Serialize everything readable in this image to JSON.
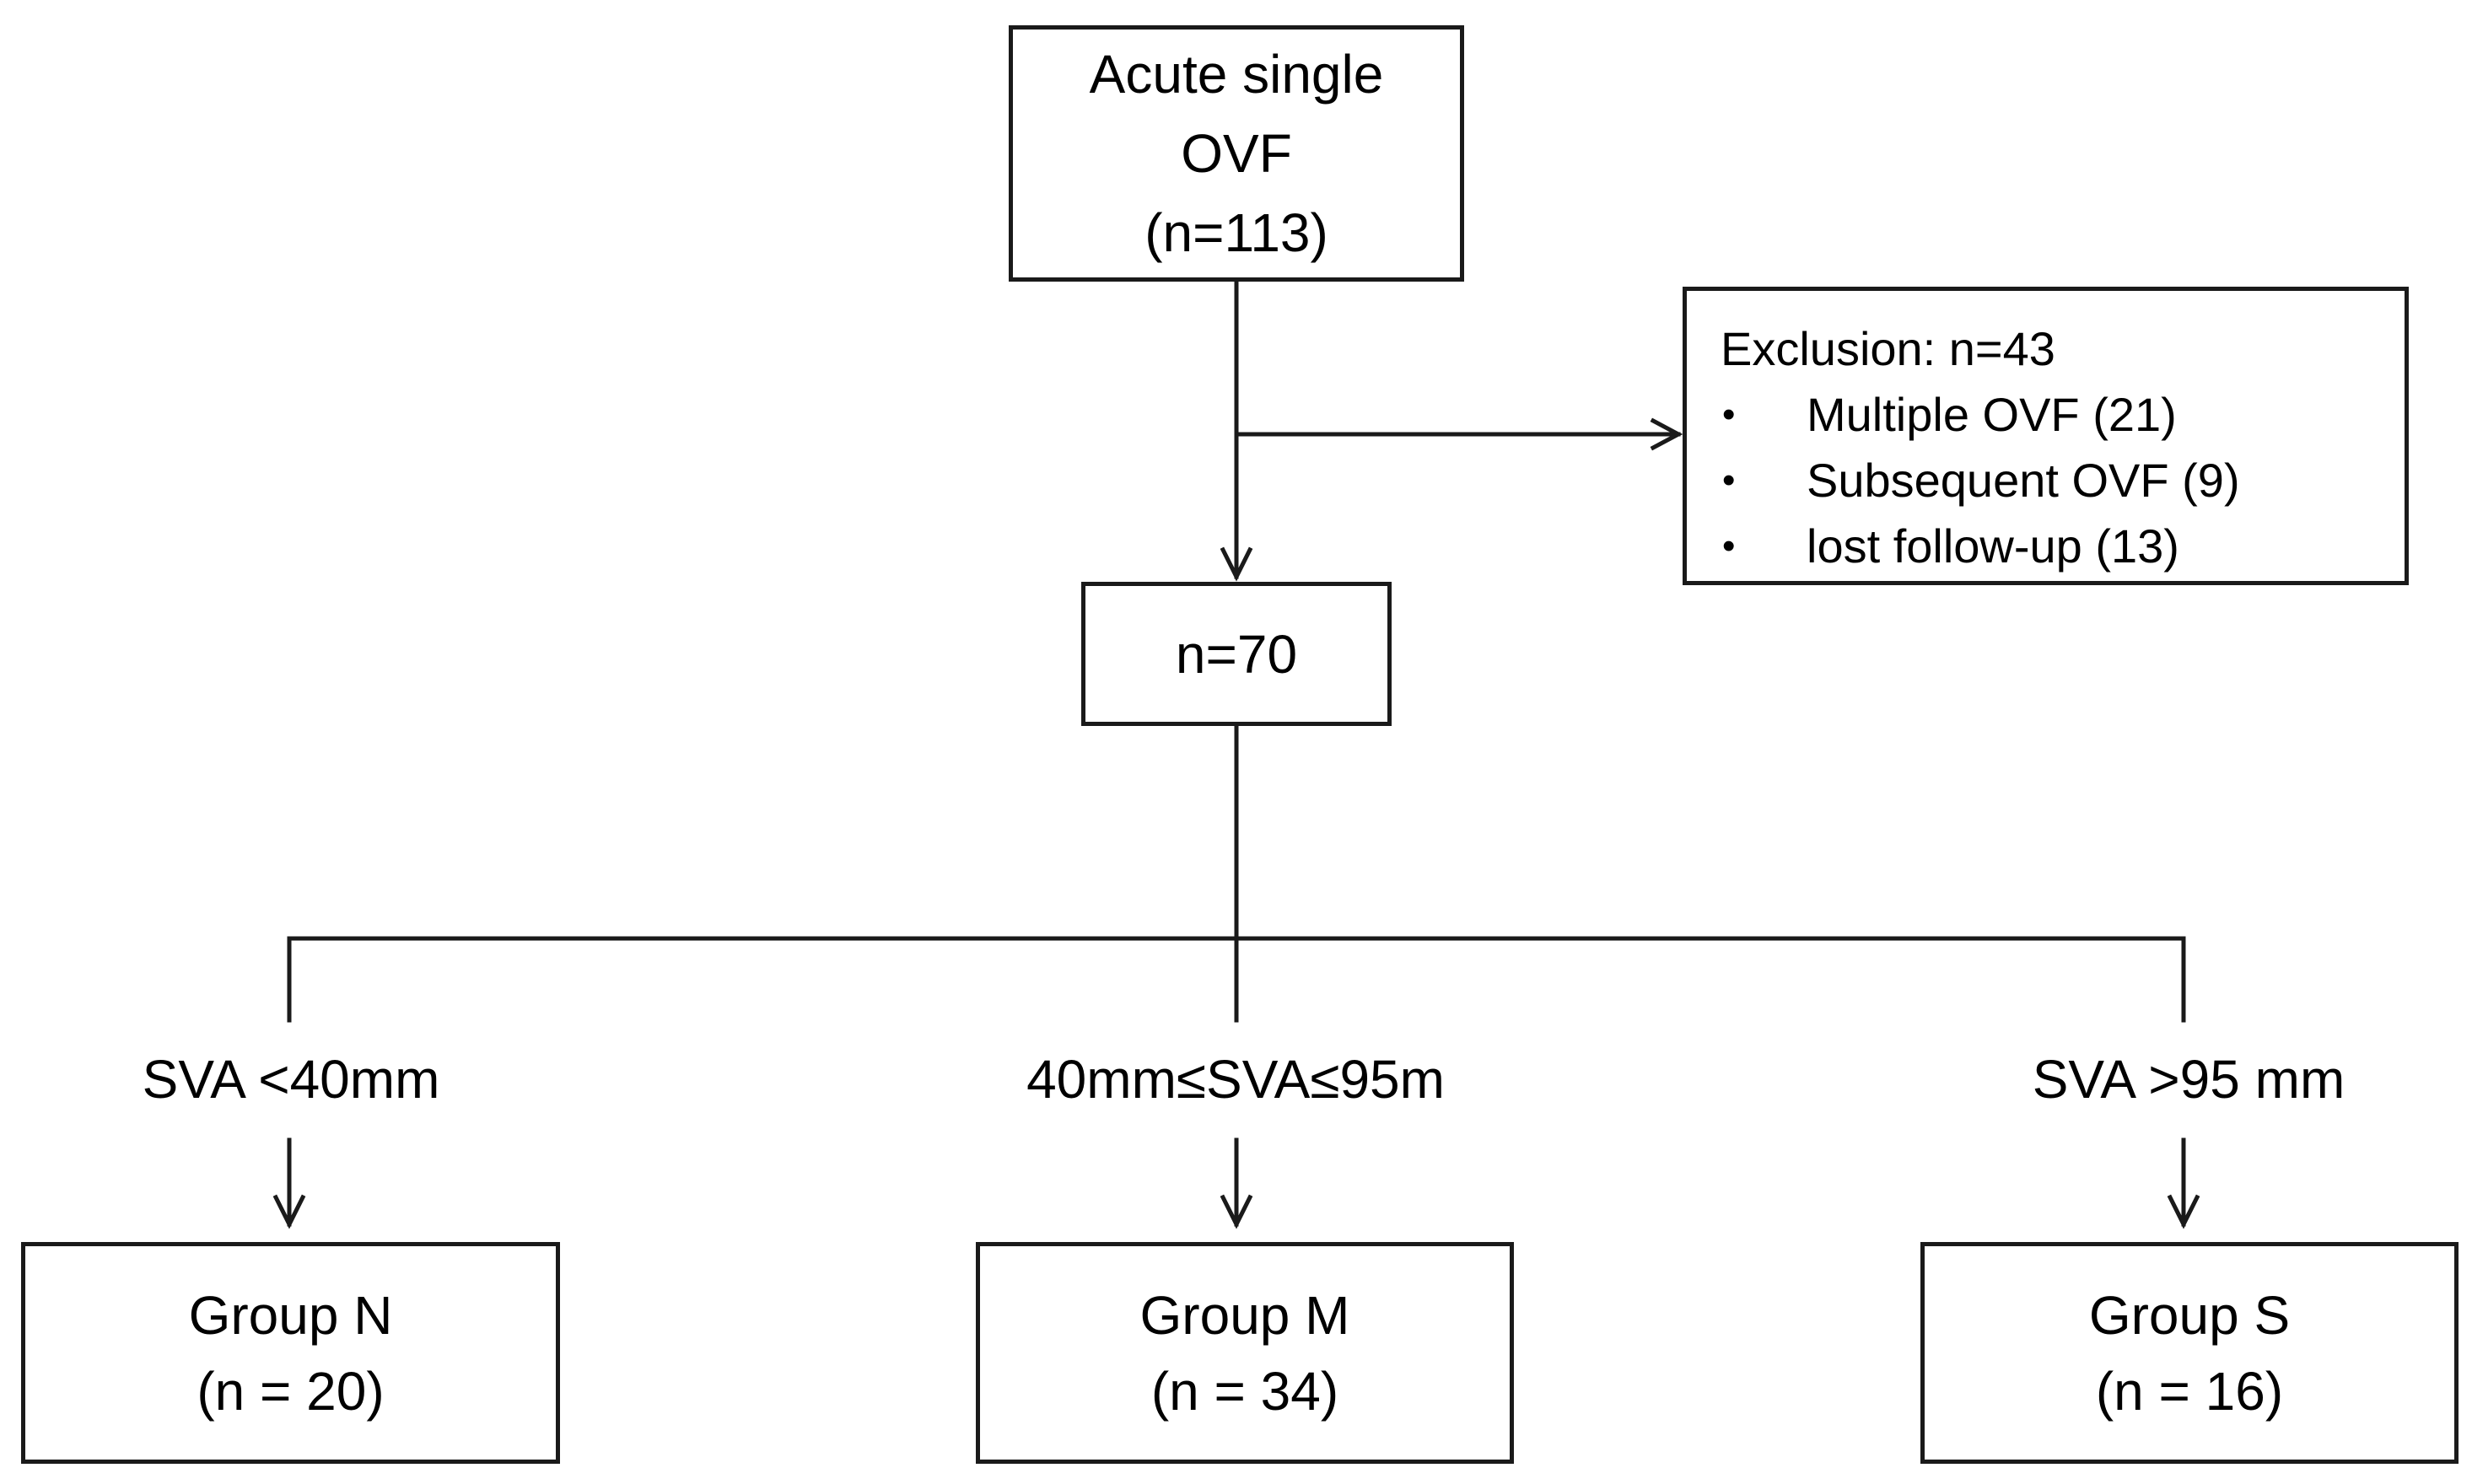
{
  "start_box": {
    "line1": "Acute single",
    "line2": "OVF",
    "line3": "(n=113)"
  },
  "exclusion_box": {
    "title": "Exclusion: n=43",
    "bullet": "•",
    "items": [
      "Multiple OVF (21)",
      "Subsequent OVF (9)",
      "lost follow-up (13)"
    ]
  },
  "mid_box": {
    "label": "n=70"
  },
  "criteria": {
    "n": "SVA <40mm",
    "m": "40mm≤SVA≤95m",
    "s": "SVA >95 mm"
  },
  "groups": {
    "n": {
      "name": "Group N",
      "count": "(n = 20)"
    },
    "m": {
      "name": "Group M",
      "count": "(n = 34)"
    },
    "s": {
      "name": "Group S",
      "count": "(n = 16)"
    }
  },
  "colors": {
    "line": "#1a1a1a",
    "background": "#ffffff"
  }
}
